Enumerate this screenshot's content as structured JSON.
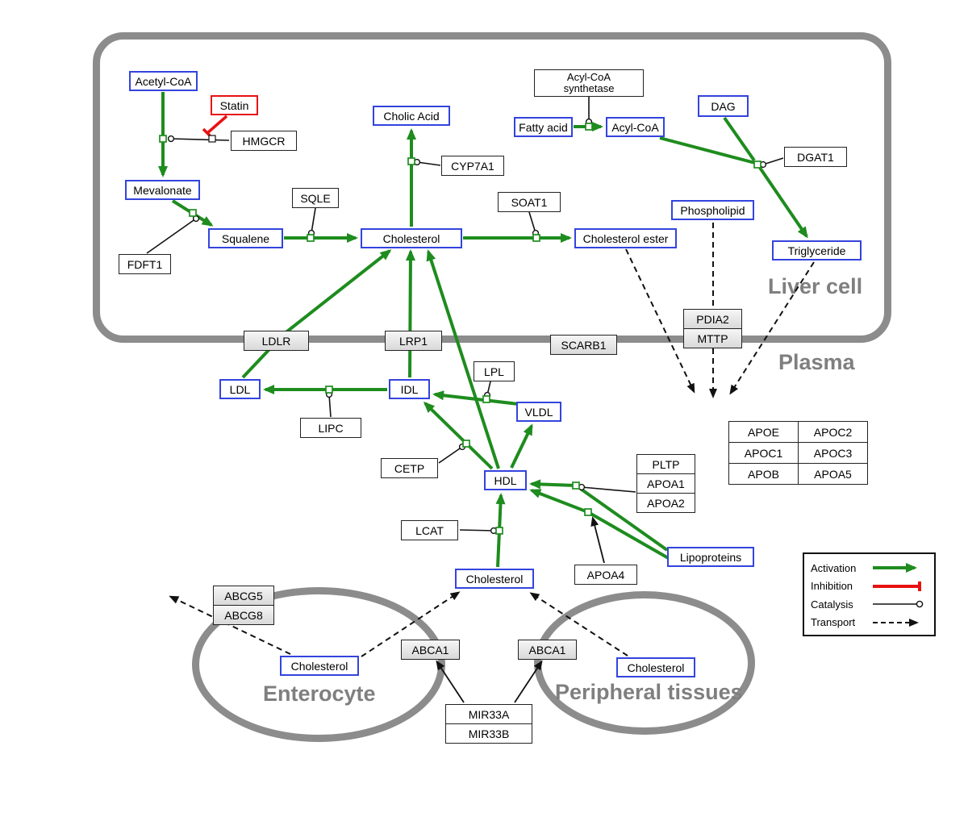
{
  "regions": {
    "liver": "Liver cell",
    "plasma": "Plasma",
    "enterocyte": "Enterocyte",
    "peripheral": "Peripheral tissues"
  },
  "nodes": {
    "acetyl_coa": "Acetyl-CoA",
    "statin": "Statin",
    "hmgcr": "HMGCR",
    "mevalonate": "Mevalonate",
    "fdft1": "FDFT1",
    "squalene": "Squalene",
    "sqle": "SQLE",
    "cholesterol_liver": "Cholesterol",
    "cholic_acid": "Cholic Acid",
    "cyp7a1": "CYP7A1",
    "soat1": "SOAT1",
    "cholesterol_ester": "Cholesterol ester",
    "fatty_acid": "Fatty acid",
    "acyl_coa_synthetase_1": "Acyl-CoA",
    "acyl_coa_synthetase_2": "synthetase",
    "acyl_coa": "Acyl-CoA",
    "dag": "DAG",
    "dgat1": "DGAT1",
    "phospholipid": "Phospholipid",
    "triglyceride": "Triglyceride",
    "ldlr": "LDLR",
    "lrp1": "LRP1",
    "scarb1": "SCARB1",
    "pdia2": "PDIA2",
    "mttp": "MTTP",
    "ldl": "LDL",
    "idl": "IDL",
    "lipc": "LIPC",
    "lpl": "LPL",
    "vldl": "VLDL",
    "cetp": "CETP",
    "hdl": "HDL",
    "lcat": "LCAT",
    "pltp": "PLTP",
    "apoa1": "APOA1",
    "apoa2": "APOA2",
    "apoa4": "APOA4",
    "lipoproteins": "Lipoproteins",
    "cholesterol_plasma": "Cholesterol",
    "abcg5": "ABCG5",
    "abcg8": "ABCG8",
    "cholesterol_enterocyte": "Cholesterol",
    "abca1_left": "ABCA1",
    "abca1_right": "ABCA1",
    "mir33a": "MIR33A",
    "mir33b": "MIR33B",
    "cholesterol_peripheral": "Cholesterol"
  },
  "apo_table": {
    "rows": [
      [
        "APOE",
        "APOC2"
      ],
      [
        "APOC1",
        "APOC3"
      ],
      [
        "APOB",
        "APOA5"
      ]
    ]
  },
  "legend": {
    "activation": "Activation",
    "inhibition": "Inhibition",
    "catalysis": "Catalysis",
    "transport": "Transport"
  },
  "colors": {
    "activation_green": "#1e8c1e",
    "inhibition_red": "#e81111",
    "metabolite_blue": "#3344dd",
    "membrane_gray": "#8c8c8c"
  }
}
